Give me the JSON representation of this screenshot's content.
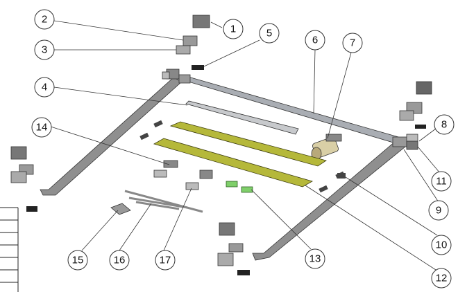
{
  "diagram": {
    "type": "exploded-assembly",
    "callouts": [
      {
        "id": "1",
        "label": "1"
      },
      {
        "id": "2",
        "label": "2"
      },
      {
        "id": "3",
        "label": "3"
      },
      {
        "id": "4",
        "label": "4"
      },
      {
        "id": "5",
        "label": "5"
      },
      {
        "id": "6",
        "label": "6"
      },
      {
        "id": "7",
        "label": "7"
      },
      {
        "id": "8",
        "label": "8"
      },
      {
        "id": "9",
        "label": "9"
      },
      {
        "id": "10",
        "label": "10"
      },
      {
        "id": "11",
        "label": "11"
      },
      {
        "id": "12",
        "label": "12"
      },
      {
        "id": "13",
        "label": "13"
      },
      {
        "id": "14",
        "label": "14"
      },
      {
        "id": "15",
        "label": "15"
      },
      {
        "id": "16",
        "label": "16"
      },
      {
        "id": "17",
        "label": "17"
      }
    ]
  },
  "colors": {
    "line": "#333333",
    "rail_fill": "#b5b83a",
    "rail_dark": "#6b6a1e",
    "metal": "#9a9a9a",
    "metal_dark": "#5a5a5a",
    "clip_green": "#7fcf6a"
  }
}
